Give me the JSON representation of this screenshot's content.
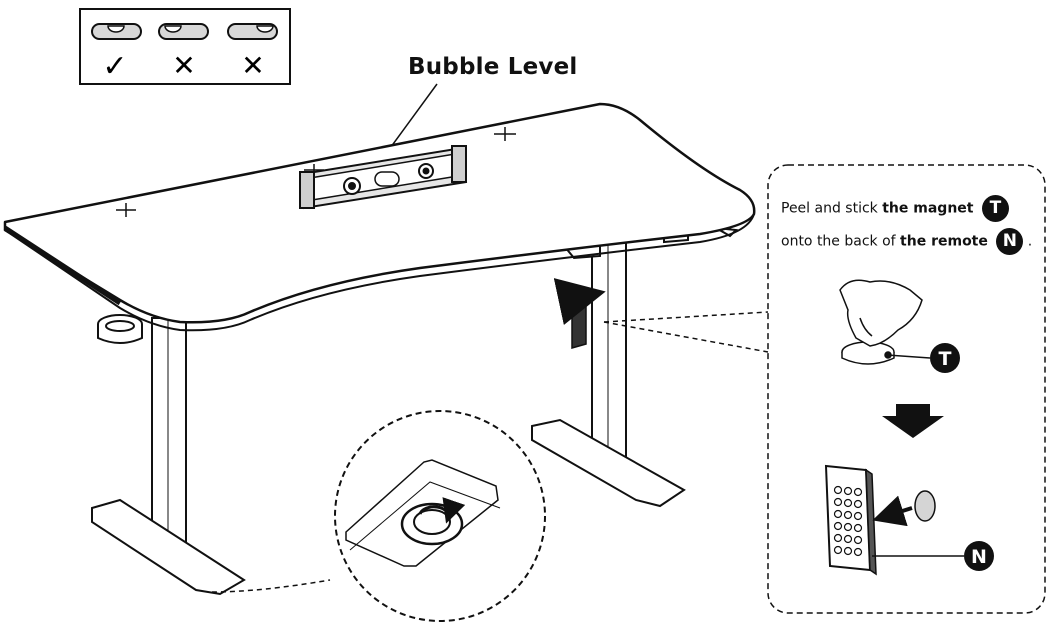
{
  "callout": {
    "label": "Bubble Level"
  },
  "level_check": {
    "marks": [
      "✓",
      "✕",
      "✕"
    ]
  },
  "instruction": {
    "line1_prefix": "Peel and stick",
    "line1_bold": "the magnet",
    "line2_prefix": "onto the back of",
    "line2_bold": "the remote",
    "line2_suffix": "."
  },
  "badges": {
    "magnet": "T",
    "remote": "N"
  }
}
